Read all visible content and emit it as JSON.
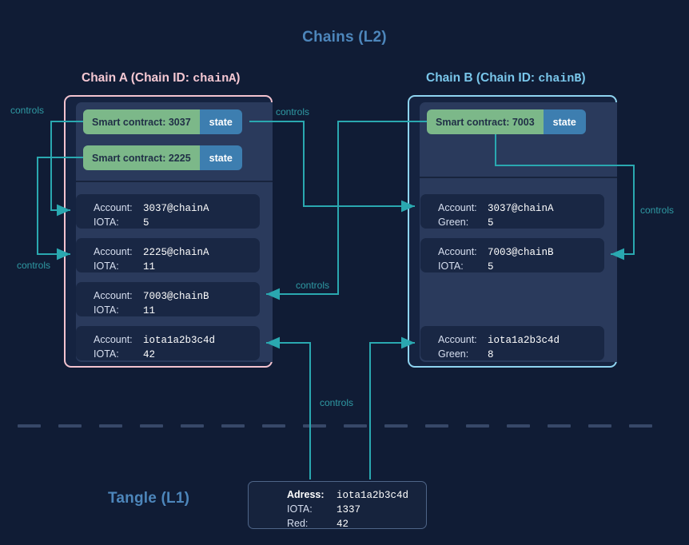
{
  "page": {
    "background": "#101c35",
    "wire_color": "#2aa8b0",
    "l2_title": "Chains (L2)",
    "l1_title": "Tangle (L1)"
  },
  "chains": [
    {
      "id": "chainA",
      "title_prefix": "Chain A (Chain ID: ",
      "title_mono": "chainA",
      "title_suffix": ")",
      "border_color": "#f3c3cf",
      "title_color": "#f5c8d3",
      "contracts": [
        {
          "name": "Smart contract: 3037",
          "state": "state"
        },
        {
          "name": "Smart contract: 2225",
          "state": "state"
        }
      ],
      "accounts": [
        {
          "key1": "Account:",
          "val1": "3037@chainA",
          "key2": "IOTA:",
          "val2": "5"
        },
        {
          "key1": "Account:",
          "val1": "2225@chainA",
          "key2": "IOTA:",
          "val2": "11"
        },
        {
          "key1": "Account:",
          "val1": "7003@chainB",
          "key2": "IOTA:",
          "val2": "11"
        },
        {
          "key1": "Account:",
          "val1": "iota1a2b3c4d",
          "key2": "IOTA:",
          "val2": "42"
        }
      ]
    },
    {
      "id": "chainB",
      "title_prefix": "Chain B (Chain ID: ",
      "title_mono": "chainB",
      "title_suffix": ")",
      "border_color": "#8fd4f0",
      "title_color": "#79c6ea",
      "contracts": [
        {
          "name": "Smart contract: 7003",
          "state": "state"
        }
      ],
      "accounts": [
        {
          "key1": "Account:",
          "val1": "3037@chainA",
          "key2": "Green:",
          "val2": "5"
        },
        {
          "key1": "Account:",
          "val1": "7003@chainB",
          "key2": "IOTA:",
          "val2": "5"
        },
        {
          "key1": "Account:",
          "val1": "iota1a2b3c4d",
          "key2": "Green:",
          "val2": "8"
        }
      ]
    }
  ],
  "tangle": {
    "address_key": "Adress:",
    "address_value": "iota1a2b3c4d",
    "iota_key": "IOTA:",
    "iota_value": "1337",
    "red_key": "Red:",
    "red_value": "42"
  },
  "wire_labels": {
    "left_top": "controls",
    "left_bottom": "controls",
    "middle_top": "controls",
    "middle_bottom": "controls",
    "right": "controls",
    "bottom": "controls"
  }
}
